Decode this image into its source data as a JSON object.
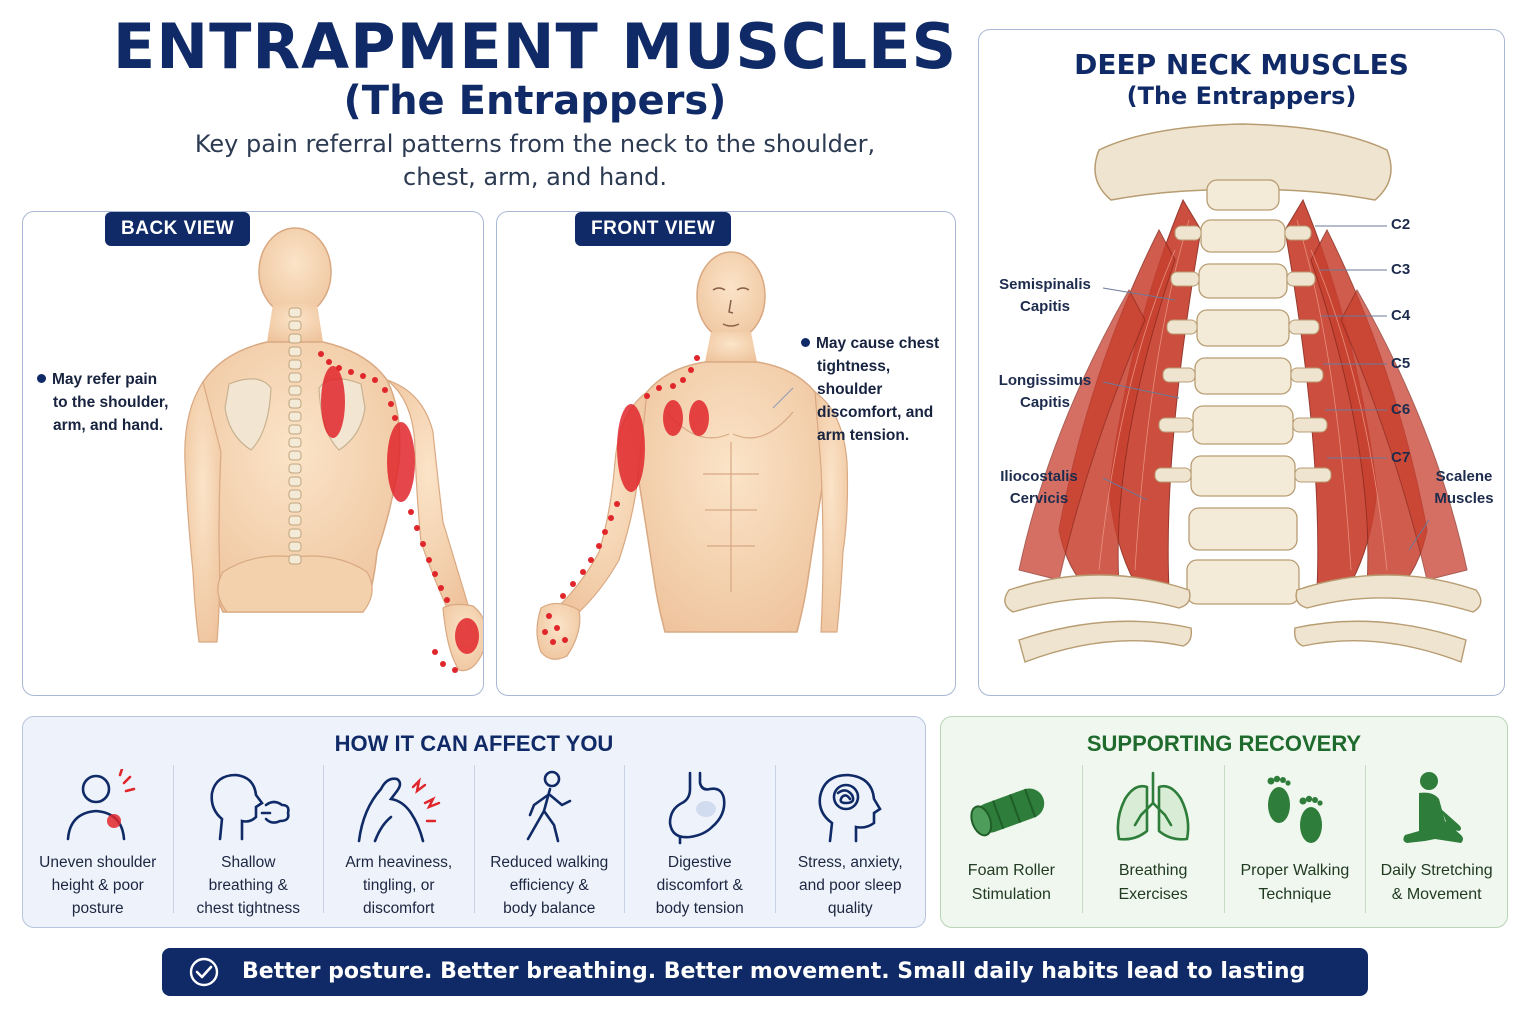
{
  "header": {
    "title": "ENTRAPMENT MUSCLES",
    "subtitle": "(The Entrappers)",
    "tagline_line1": "Key pain referral patterns from the neck to the shoulder,",
    "tagline_line2": "chest, arm, and hand."
  },
  "back_view": {
    "label": "BACK VIEW",
    "note_lines": [
      "May refer pain",
      "to the shoulder,",
      "arm, and hand."
    ]
  },
  "front_view": {
    "label": "FRONT VIEW",
    "note_lines": [
      "May cause chest",
      "tightness, shoulder",
      "discomfort, and",
      "arm tension."
    ]
  },
  "deep_neck": {
    "title": "DEEP NECK MUSCLES",
    "subtitle": "(The Entrappers)",
    "muscles": [
      {
        "line1": "Semispinalis",
        "line2": "Capitis"
      },
      {
        "line1": "Longissimus",
        "line2": "Capitis"
      },
      {
        "line1": "Iliocostalis",
        "line2": "Cervicis"
      },
      {
        "line1": "Scalene",
        "line2": "Muscles"
      }
    ],
    "vertebrae": [
      "C2",
      "C3",
      "C4",
      "C5",
      "C6",
      "C7"
    ]
  },
  "affect": {
    "title": "HOW IT CAN AFFECT YOU",
    "items": [
      {
        "icon": "shoulder-pain-icon",
        "lines": [
          "Uneven shoulder",
          "height & poor",
          "posture"
        ]
      },
      {
        "icon": "breathing-icon",
        "lines": [
          "Shallow",
          "breathing &",
          "chest tightness"
        ]
      },
      {
        "icon": "arm-tingling-icon",
        "lines": [
          "Arm heaviness,",
          "tingling, or",
          "discomfort"
        ]
      },
      {
        "icon": "walking-person-icon",
        "lines": [
          "Reduced walking",
          "efficiency &",
          "body balance"
        ]
      },
      {
        "icon": "stomach-icon",
        "lines": [
          "Digestive",
          "discomfort &",
          "body tension"
        ]
      },
      {
        "icon": "stress-head-icon",
        "lines": [
          "Stress, anxiety,",
          "and poor sleep",
          "quality"
        ]
      }
    ]
  },
  "recovery": {
    "title": "SUPPORTING RECOVERY",
    "items": [
      {
        "icon": "foam-roller-icon",
        "lines": [
          "Foam Roller",
          "Stimulation"
        ]
      },
      {
        "icon": "lungs-icon",
        "lines": [
          "Breathing",
          "Exercises"
        ]
      },
      {
        "icon": "footprints-icon",
        "lines": [
          "Proper Walking",
          "Technique"
        ]
      },
      {
        "icon": "stretching-person-icon",
        "lines": [
          "Daily Stretching",
          "& Movement"
        ]
      }
    ]
  },
  "banner": {
    "text": "Better posture. Better breathing. Better movement. Small daily habits lead to lasting change."
  },
  "colors": {
    "navy": "#0f2a66",
    "green": "#1f6b2e",
    "pain_red": "#e0262b",
    "skin": "#f6d8b8",
    "muscle": "#c8402f",
    "bone": "#eee4cf"
  }
}
